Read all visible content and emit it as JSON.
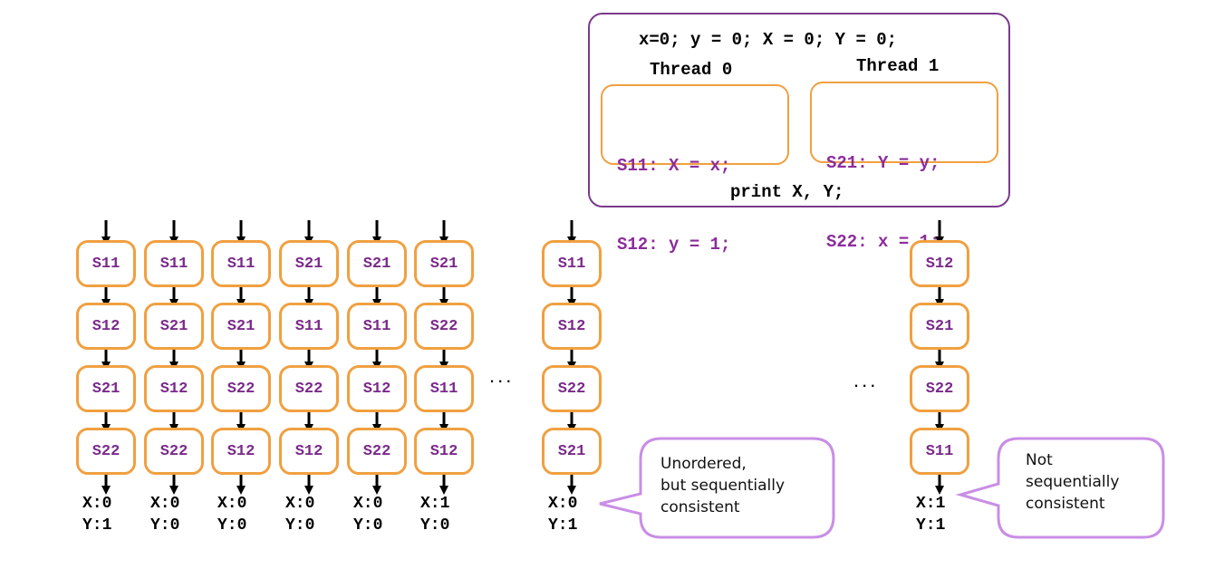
{
  "program": {
    "init": "x=0; y = 0; X = 0; Y = 0;",
    "thread0": {
      "label": "Thread 0",
      "lines": [
        "S11: X = x;",
        "S12: y = 1;"
      ]
    },
    "thread1": {
      "label": "Thread 1",
      "lines": [
        "S21: Y = y;",
        "S22: x = 1;"
      ]
    },
    "print": "print X, Y;"
  },
  "orderings": [
    {
      "stmts": [
        "S11",
        "S12",
        "S21",
        "S22"
      ],
      "x": "X:0",
      "y": "Y:1"
    },
    {
      "stmts": [
        "S11",
        "S21",
        "S12",
        "S22"
      ],
      "x": "X:0",
      "y": "Y:0"
    },
    {
      "stmts": [
        "S11",
        "S21",
        "S22",
        "S12"
      ],
      "x": "X:0",
      "y": "Y:0"
    },
    {
      "stmts": [
        "S21",
        "S11",
        "S22",
        "S12"
      ],
      "x": "X:0",
      "y": "Y:0"
    },
    {
      "stmts": [
        "S21",
        "S11",
        "S12",
        "S22"
      ],
      "x": "X:0",
      "y": "Y:0"
    },
    {
      "stmts": [
        "S21",
        "S22",
        "S11",
        "S12"
      ],
      "x": "X:1",
      "y": "Y:0"
    },
    {
      "stmts": [
        "S11",
        "S12",
        "S22",
        "S21"
      ],
      "x": "X:0",
      "y": "Y:1"
    },
    {
      "stmts": [
        "S12",
        "S21",
        "S22",
        "S11"
      ],
      "x": "X:1",
      "y": "Y:1"
    }
  ],
  "ellipsis": "...",
  "callouts": {
    "unordered": "Unordered,\nbut sequentially\nconsistent",
    "not_sc": "Not\nsequentially\nconsistent"
  },
  "colors": {
    "program_border": "#7a3a8c",
    "stmt_border": "#f0a040",
    "stmt_text": "#7a2a8a",
    "callout_border": "#c98ee6"
  }
}
